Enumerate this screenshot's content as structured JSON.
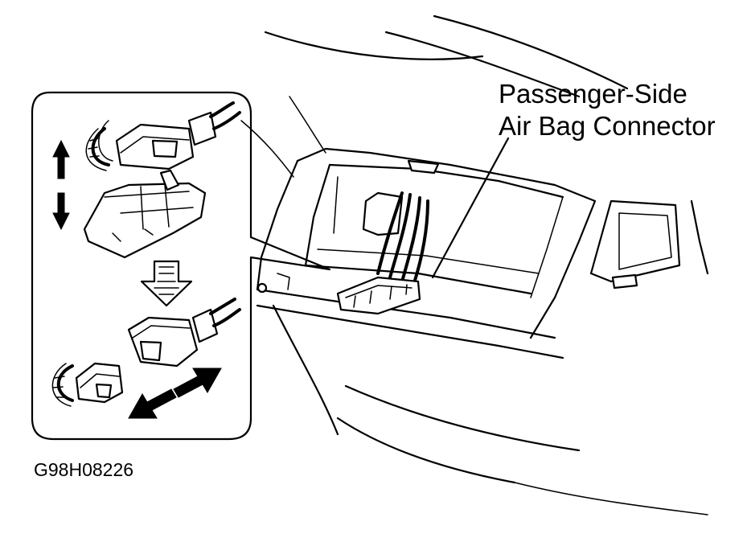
{
  "callout": {
    "line1": "Passenger-Side",
    "line2": "Air Bag Connector"
  },
  "figure_code": "G98H08226"
}
